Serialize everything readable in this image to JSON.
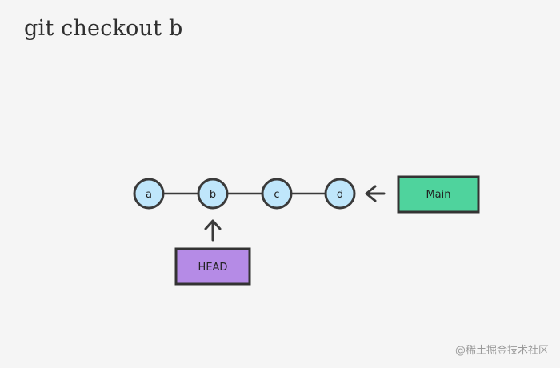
{
  "title": "git checkout b",
  "commits": [
    "a",
    "b",
    "c",
    "d"
  ],
  "refs": {
    "head": {
      "label": "HEAD",
      "color": "#b58be6",
      "target": "b"
    },
    "main": {
      "label": "Main",
      "color": "#4fd39d",
      "target": "d"
    }
  },
  "watermark": "@稀土掘金技术社区",
  "colors": {
    "commit_fill": "#bfe6fb",
    "stroke": "#3a3a3a",
    "background": "#f5f5f5"
  }
}
